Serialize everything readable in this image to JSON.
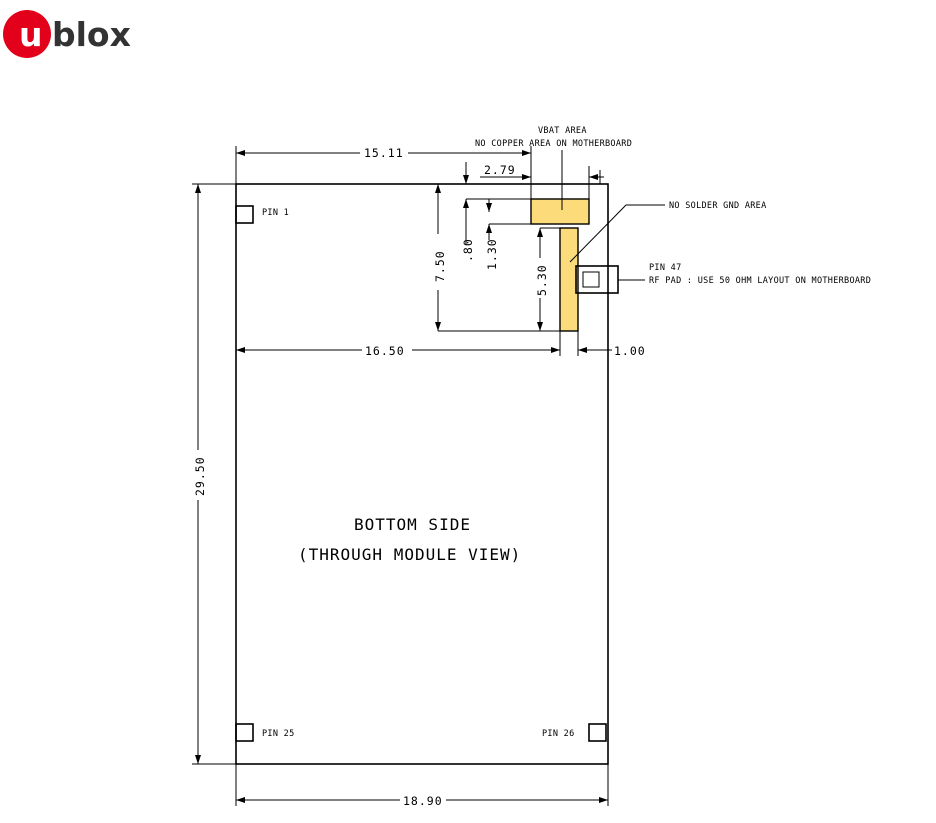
{
  "logo": {
    "letter": "u",
    "rest": "blox",
    "brand_color": "#e2001a",
    "text_color": "#333333"
  },
  "colors": {
    "keepout_fill": "#fbdb7a",
    "line": "#000000",
    "background": "#ffffff"
  },
  "title": {
    "line1": "BOTTOM SIDE",
    "line2": "(THROUGH MODULE VIEW)"
  },
  "pins": {
    "pin1": "PIN 1",
    "pin25": "PIN 25",
    "pin26": "PIN 26",
    "pin47": "PIN 47"
  },
  "notes": {
    "vbat_line1": "VBAT AREA",
    "vbat_line2": "NO COPPER AREA ON MOTHERBOARD",
    "no_solder": "NO SOLDER GND AREA",
    "rf_pad": "RF PAD : USE 50 OHM LAYOUT ON MOTHERBOARD"
  },
  "dimensions": {
    "width_total": "18.90",
    "height_total": "29.50",
    "vbat_x": "15.11",
    "vbat_w": "2.79",
    "vbat_top": ".80",
    "vbat_h": "1.30",
    "keepout_h": "5.30",
    "keepout_total": "7.50",
    "keepout_x": "16.50",
    "keepout_w": "1.00"
  }
}
